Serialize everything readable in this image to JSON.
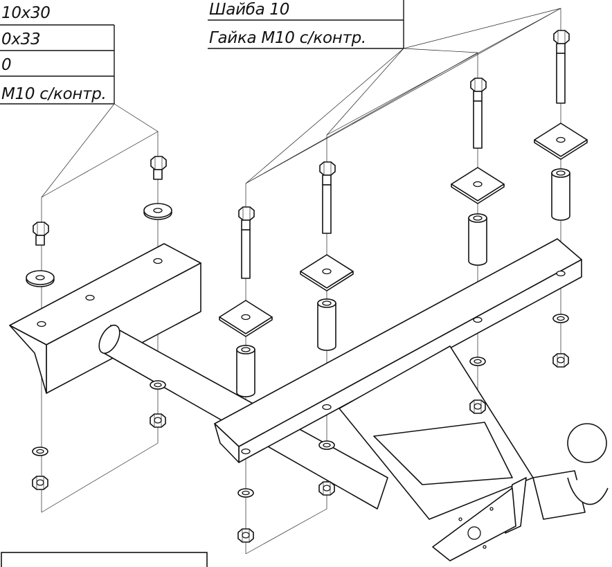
{
  "left_callout": {
    "rows": [
      "10х30",
      "0х33",
      "0",
      "М10 с/контр."
    ]
  },
  "right_callout": {
    "rows": [
      "Шайба 10",
      "Гайка М10 с/контр."
    ]
  },
  "bottom_box": {
    "text": ""
  },
  "colors": {
    "line": "#111111",
    "background": "#ffffff"
  }
}
